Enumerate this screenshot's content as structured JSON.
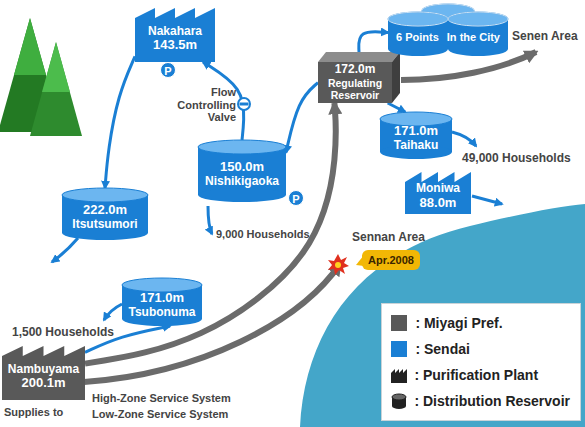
{
  "diagram": {
    "nodes": [
      {
        "text": [
          "Nakahara",
          "143.5m"
        ]
      },
      {
        "text": [
          "172.0m",
          "Regulating Reservoir"
        ]
      },
      {
        "text": [
          "6 Points",
          "In the City"
        ]
      },
      {
        "text": [
          "150.0m",
          "Nishikigaoka"
        ]
      },
      {
        "text": [
          "171.0m",
          "Taihaku"
        ]
      },
      {
        "text": [
          "222.0m",
          "Itsutsumori"
        ]
      },
      {
        "text": [
          "Moniwa",
          "88.0m"
        ]
      },
      {
        "text": [
          "Apr.2008"
        ]
      },
      {
        "text": [
          "171.0m",
          "Tsubonuma"
        ]
      },
      {
        "text": [
          "Nambuyama",
          "200.1m"
        ]
      }
    ],
    "edges": [
      {
        "from": 3,
        "to": 0,
        "arrow": "to"
      },
      {
        "from": 0,
        "to": 5,
        "arrow": "to"
      },
      {
        "from": 1,
        "to": 3,
        "arrow": "to"
      },
      {
        "from": 1,
        "to": 2,
        "arrow": "to"
      },
      {
        "from": 1,
        "to": 4,
        "arrow": "to"
      },
      {
        "from": 9,
        "to": 1,
        "arrow": "to"
      },
      {
        "from": 9,
        "to": 8,
        "arrow": "to"
      }
    ],
    "labels": [
      "Senen Area",
      "Flow Controlling Valve",
      "P",
      "P",
      "49,000 Households",
      "9,000 Households",
      "Sennan Area",
      "1,500 Households",
      "High-Zone Service System",
      "Low-Zone Service System",
      "Supplies to"
    ],
    "legend": [
      {
        "text": ": Miyagi Pref.",
        "color": "#595959"
      },
      {
        "text": ": Sendai",
        "color": "#1a7fd4"
      },
      {
        "text": ": Purification Plant"
      },
      {
        "text": ": Distribution Reservoir"
      }
    ]
  }
}
